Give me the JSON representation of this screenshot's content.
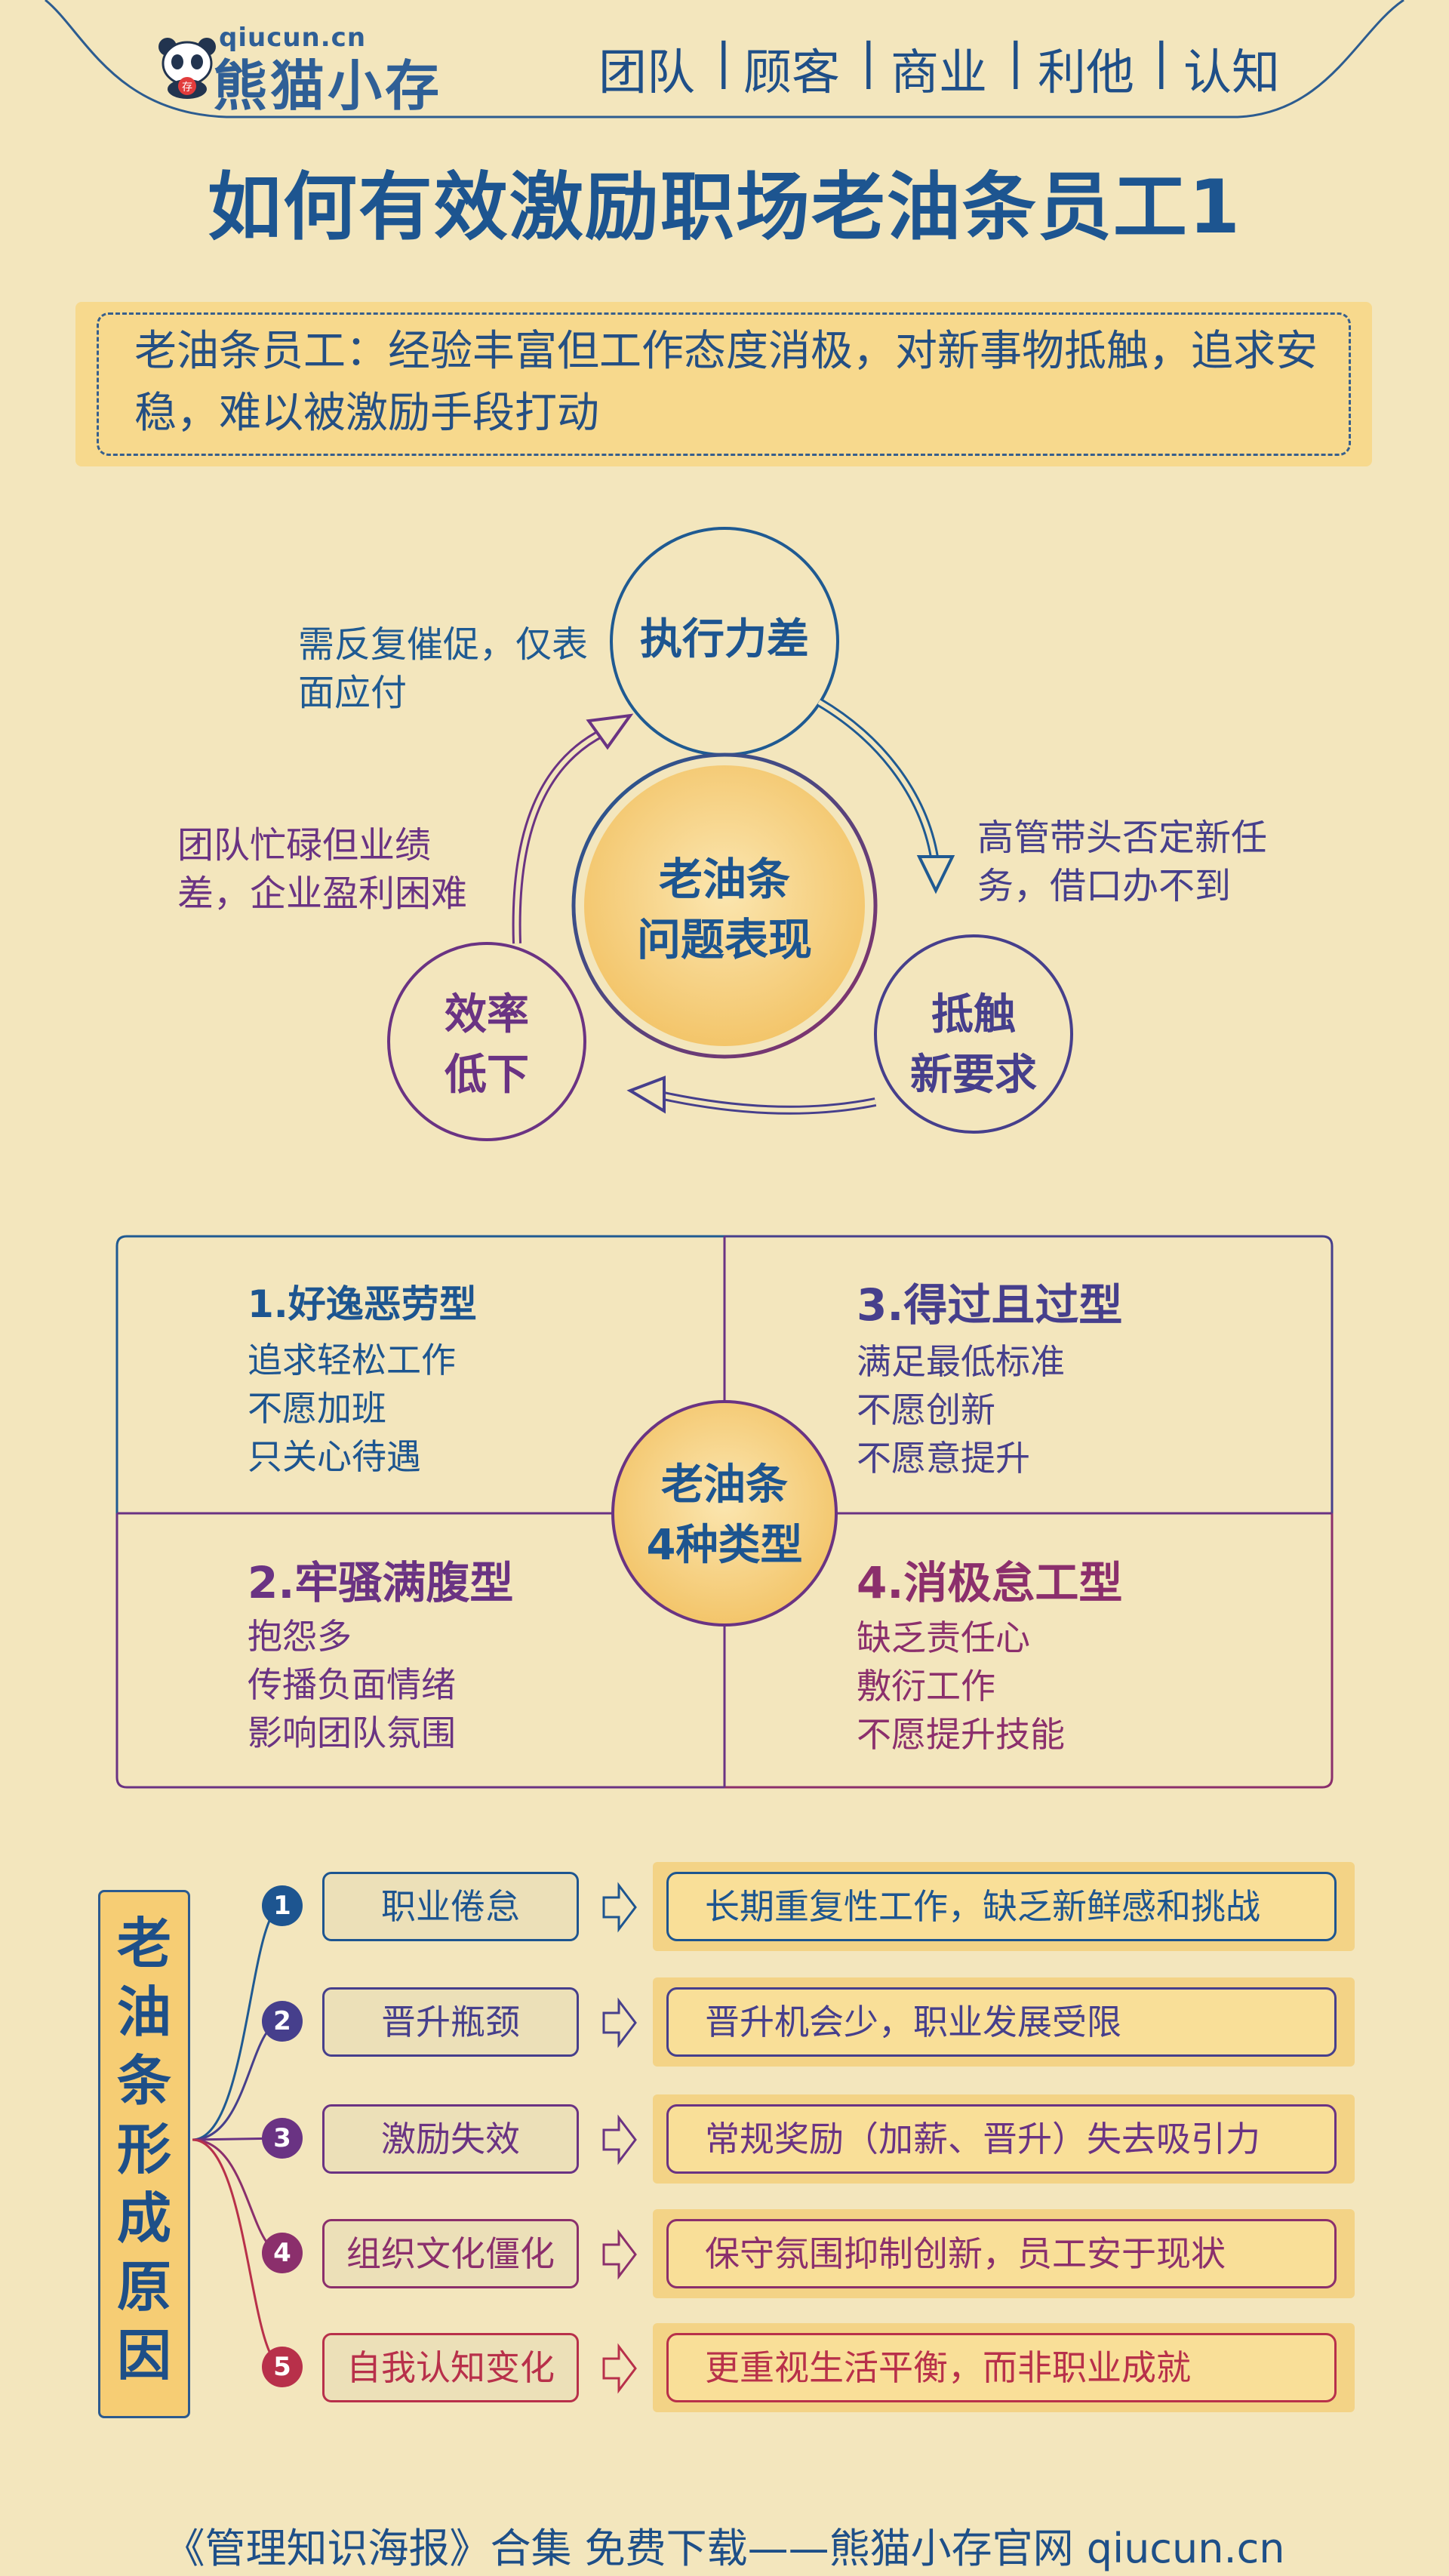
{
  "header": {
    "brand_sub": "qiucun.cn",
    "brand_name": "熊猫小存",
    "logo_badge": "存",
    "nav": [
      "团队",
      "顾客",
      "商业",
      "利他",
      "认知"
    ],
    "separator": "|"
  },
  "title": "如何有效激励职场老油条员工1",
  "intro": "老油条员工：经验丰富但工作态度消极，对新事物抵触，追求安稳，难以被激励手段打动",
  "cycle": {
    "center": [
      "老油条",
      "问题表现"
    ],
    "top_label": "执行力差",
    "top_desc": [
      "需反复催促，仅表",
      "面应付"
    ],
    "right_label": [
      "抵触",
      "新要求"
    ],
    "right_desc": [
      "高管带头否定新任",
      "务，借口办不到"
    ],
    "left_label": [
      "效率",
      "低下"
    ],
    "left_desc": [
      "团队忙碌但业绩",
      "差，企业盈利困难"
    ]
  },
  "types": {
    "center": [
      "老油条",
      "4种类型"
    ],
    "q1": {
      "title": "1.好逸恶劳型",
      "items": [
        "追求轻松工作",
        "不愿加班",
        "只关心待遇"
      ]
    },
    "q3": {
      "title": "3.得过且过型",
      "items": [
        "满足最低标准",
        "不愿创新",
        "不愿意提升"
      ]
    },
    "q2": {
      "title": "2.牢骚满腹型",
      "items": [
        "抱怨多",
        "传播负面情绪",
        "影响团队氛围"
      ]
    },
    "q4": {
      "title": "4.消极怠工型",
      "items": [
        "缺乏责任心",
        "敷衍工作",
        "不愿提升技能"
      ]
    }
  },
  "causes": {
    "heading": [
      "老",
      "油",
      "条",
      "形",
      "成",
      "原",
      "因"
    ],
    "items": [
      {
        "num": "1",
        "label": "职业倦怠",
        "desc": "长期重复性工作，缺乏新鲜感和挑战"
      },
      {
        "num": "2",
        "label": "晋升瓶颈",
        "desc": "晋升机会少，职业发展受限"
      },
      {
        "num": "3",
        "label": "激励失效",
        "desc": "常规奖励（加薪、晋升）失去吸引力"
      },
      {
        "num": "4",
        "label": "组织文化僵化",
        "desc": "保守氛围抑制创新，员工安于现状"
      },
      {
        "num": "5",
        "label": "自我认知变化",
        "desc": "更重视生活平衡，而非职业成就"
      }
    ]
  },
  "colors": {
    "background": "#f3e6bd",
    "blue": "#1d5590",
    "indigo": "#3f3f8a",
    "purple": "#6a3383",
    "magenta": "#8b2f6c",
    "red": "#b8304a"
  },
  "footer": "《管理知识海报》合集 免费下载——熊猫小存官网 qiucun.cn"
}
